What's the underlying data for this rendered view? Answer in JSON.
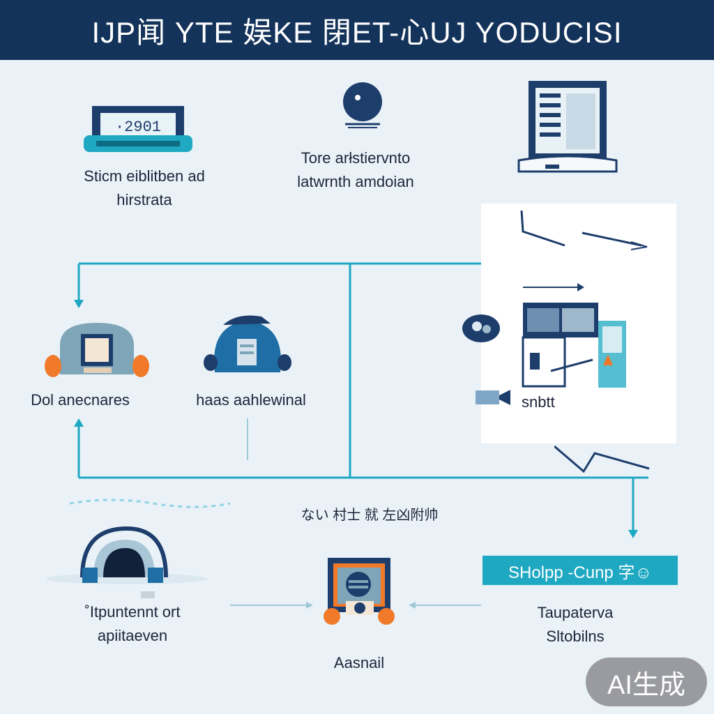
{
  "header": {
    "title": "IJP闻 YTE 娱KE 閉ET-心UJ YODUCISI"
  },
  "nodes": {
    "top_left": {
      "line1": "Sticm eiblitben  ad",
      "line2": "hirstrata"
    },
    "top_center": {
      "line1": "Tore  arłstiervnto",
      "line2": "latwrnth amdoian"
    },
    "mid_left": {
      "label": "Dol anecnares"
    },
    "mid_center": {
      "label": "haas aahlewinal"
    },
    "mid_right": {
      "label": "snbtt"
    },
    "middle_caption": {
      "label": "ない 村士 就 左凶附帅"
    },
    "bottom_left": {
      "line1": "˚Itpuntennt  ort",
      "line2": "apiitaeven"
    },
    "bottom_center": {
      "label": "Aasnail"
    },
    "bottom_right": {
      "line1": "Taupaterva",
      "line2": "Sltobilns"
    }
  },
  "help_bar": {
    "label": "SHolpp -Cunp 字☺"
  },
  "screen_display": {
    "text": "·2901"
  },
  "badge": {
    "label": "AI生成"
  },
  "colors": {
    "header_bg": "#14335a",
    "accent_teal": "#1ea8c2",
    "navy": "#1d3d6b",
    "orange": "#f07a2a",
    "background": "#eaf2f8"
  }
}
